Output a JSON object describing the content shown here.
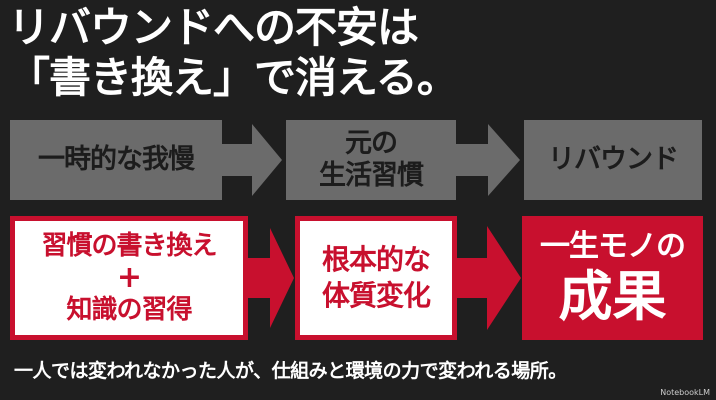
{
  "title": {
    "line1": "リバウンドへの不安は",
    "line2": "「書き換え」で消える。"
  },
  "top_row": [
    {
      "lines": [
        "一時的な我慢"
      ]
    },
    {
      "lines": [
        "元の",
        "生活習慣"
      ]
    },
    {
      "lines": [
        "リバウンド"
      ]
    }
  ],
  "bottom_row": [
    {
      "lines": [
        "習慣の書き換え",
        "+",
        "知識の習得"
      ]
    },
    {
      "lines": [
        "根本的な",
        "体質変化"
      ]
    },
    {
      "lines": [
        "一生モノの",
        "成果"
      ]
    }
  ],
  "footer": "一人では変われなかった人が、仕組みと環境の力で変われる場所。",
  "watermark": "NotebookLM",
  "colors": {
    "background": "#1f1f1f",
    "gray": "#6b6b6b",
    "red": "#c8102e"
  }
}
